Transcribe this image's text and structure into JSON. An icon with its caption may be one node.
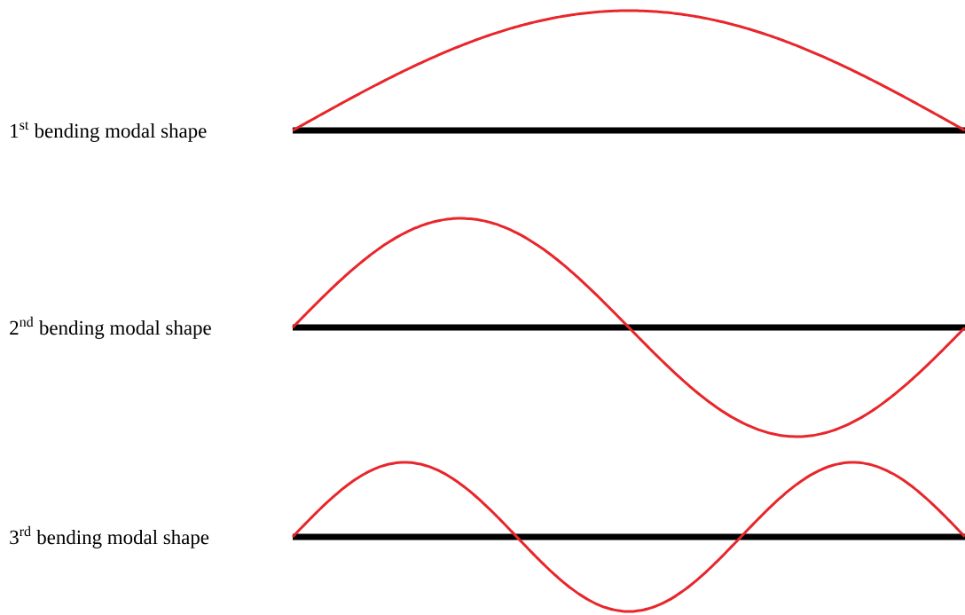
{
  "diagram": {
    "labels": [
      "1$^{st}$ bending modal shape",
      "2$^{nd}$ bending modal shape",
      "3$^{rd}$ bending modal shape"
    ]
  }
}
